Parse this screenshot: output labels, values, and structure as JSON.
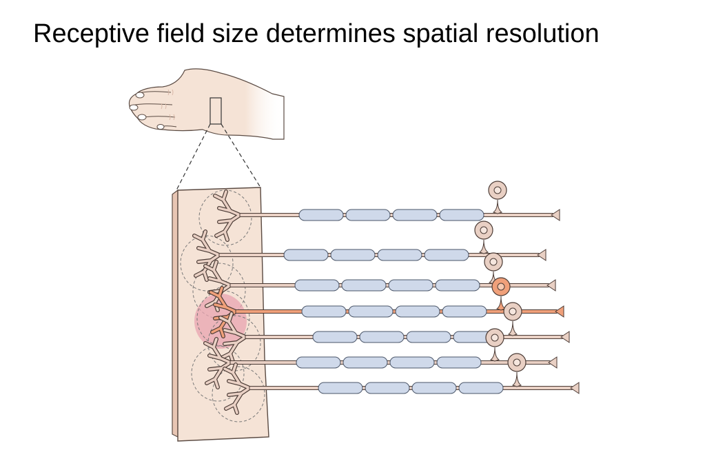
{
  "slide": {
    "title": "Receptive field size determines spatial resolution"
  },
  "diagram": {
    "neuron_count": 7,
    "highlighted_neuron": 4,
    "colors": {
      "skin": "#f5e3d6",
      "skin_outline": "#5a4a42",
      "axon": "#e9d0c4",
      "myelin": "#cfd9ea",
      "highlight_neuron": "#f0a07a",
      "highlight_field": "#e8a4b0",
      "field_outline": "#777777"
    }
  }
}
